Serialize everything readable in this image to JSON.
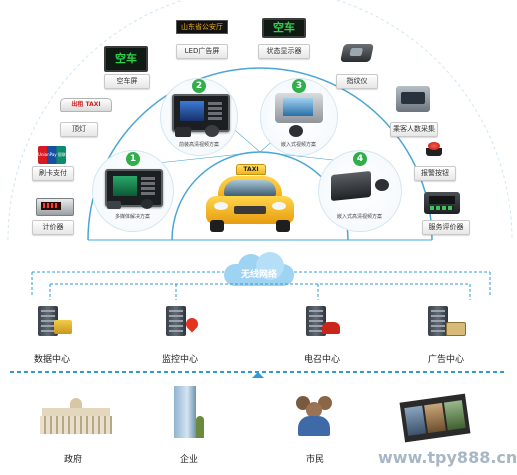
{
  "top_devices": {
    "led_ad_screen": {
      "label": "LED广告屏",
      "display_text": "山东省公安厅"
    },
    "status_display": {
      "label": "状态显示器",
      "display_text": "空车"
    },
    "empty_sign": {
      "label": "空车屏",
      "display_text": "空车"
    },
    "fingerprint": {
      "label": "指纹仪"
    },
    "dome_light": {
      "label": "顶灯",
      "display_text": "出租 TAXI"
    },
    "passenger_counter": {
      "label": "乘客人数采集"
    },
    "card_payment": {
      "label": "刷卡支付",
      "card_text": "UnionPay 银联"
    },
    "alarm_button": {
      "label": "报警按钮"
    },
    "taximeter": {
      "label": "计价器"
    },
    "service_evaluator": {
      "label": "服务评价器"
    }
  },
  "solutions": [
    {
      "number": "1",
      "label": "多媒体解决方案"
    },
    {
      "number": "2",
      "label": "前装高清视频方案"
    },
    {
      "number": "3",
      "label": "嵌入式视频方案"
    },
    {
      "number": "4",
      "label": "嵌入式高清视频方案"
    }
  ],
  "taxi": {
    "sign_text": "TAXI"
  },
  "cloud": {
    "label": "无线网络"
  },
  "centers": [
    {
      "label": "数据中心"
    },
    {
      "label": "监控中心"
    },
    {
      "label": "电召中心"
    },
    {
      "label": "广告中心"
    }
  ],
  "users": [
    {
      "label": "政府"
    },
    {
      "label": "企业"
    },
    {
      "label": "市民"
    }
  ],
  "watermark": "www.tpy888.cn",
  "colors": {
    "arc": "#4aa6d8",
    "dashed": "#2f9ad6",
    "badge": "#2fae4a",
    "cloud": "#9ed3f2"
  }
}
